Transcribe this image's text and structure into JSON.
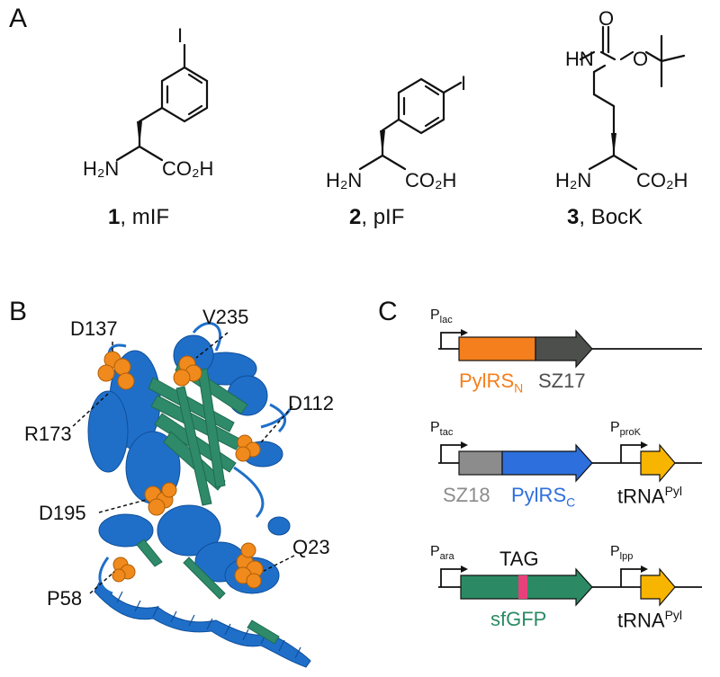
{
  "panels": {
    "a": "A",
    "b": "B",
    "c": "C"
  },
  "molecules": [
    {
      "number": "1",
      "name": ", mIF",
      "halogen": "I",
      "amine": "H₂N",
      "acid": "CO₂H"
    },
    {
      "number": "2",
      "name": ", pIF",
      "halogen": "I",
      "amine": "H₂N",
      "acid": "CO₂H"
    },
    {
      "number": "3",
      "name": ", BocK",
      "amine": "H₂N",
      "acid": "CO₂H",
      "nh": "HN",
      "carbonyl_o": "O",
      "ester_o": "O"
    }
  ],
  "residues": [
    "D137",
    "V235",
    "R173",
    "D112",
    "D195",
    "Q23",
    "P58"
  ],
  "constructs": [
    {
      "promoter1": "P",
      "promoter1_sub": "lac",
      "gene1": "PylRS",
      "gene1_sub": "N",
      "gene2": "SZ17",
      "colors": {
        "gene1": "#f47f1c",
        "gene2": "#4d4f4d"
      }
    },
    {
      "promoter1": "P",
      "promoter1_sub": "tac",
      "promoter2": "P",
      "promoter2_sub": "proK",
      "gene1": "SZ18",
      "gene2": "PylRS",
      "gene2_sub": "C",
      "trna": "tRNA",
      "trna_sup": "Pyl",
      "colors": {
        "gene1": "#8c8c8c",
        "gene2": "#2d6fdc",
        "trna": "#f7b500"
      }
    },
    {
      "promoter1": "P",
      "promoter1_sub": "ara",
      "promoter2": "P",
      "promoter2_sub": "lpp",
      "codon": "TAG",
      "gene1": "sfGFP",
      "trna": "tRNA",
      "trna_sup": "Pyl",
      "colors": {
        "gene1": "#2b8a64",
        "codon": "#e8407a",
        "trna": "#f7b500"
      }
    }
  ],
  "colors": {
    "helix": "#1f6fc9",
    "sheet": "#2f8a6a",
    "sphere": "#f08a1c"
  }
}
